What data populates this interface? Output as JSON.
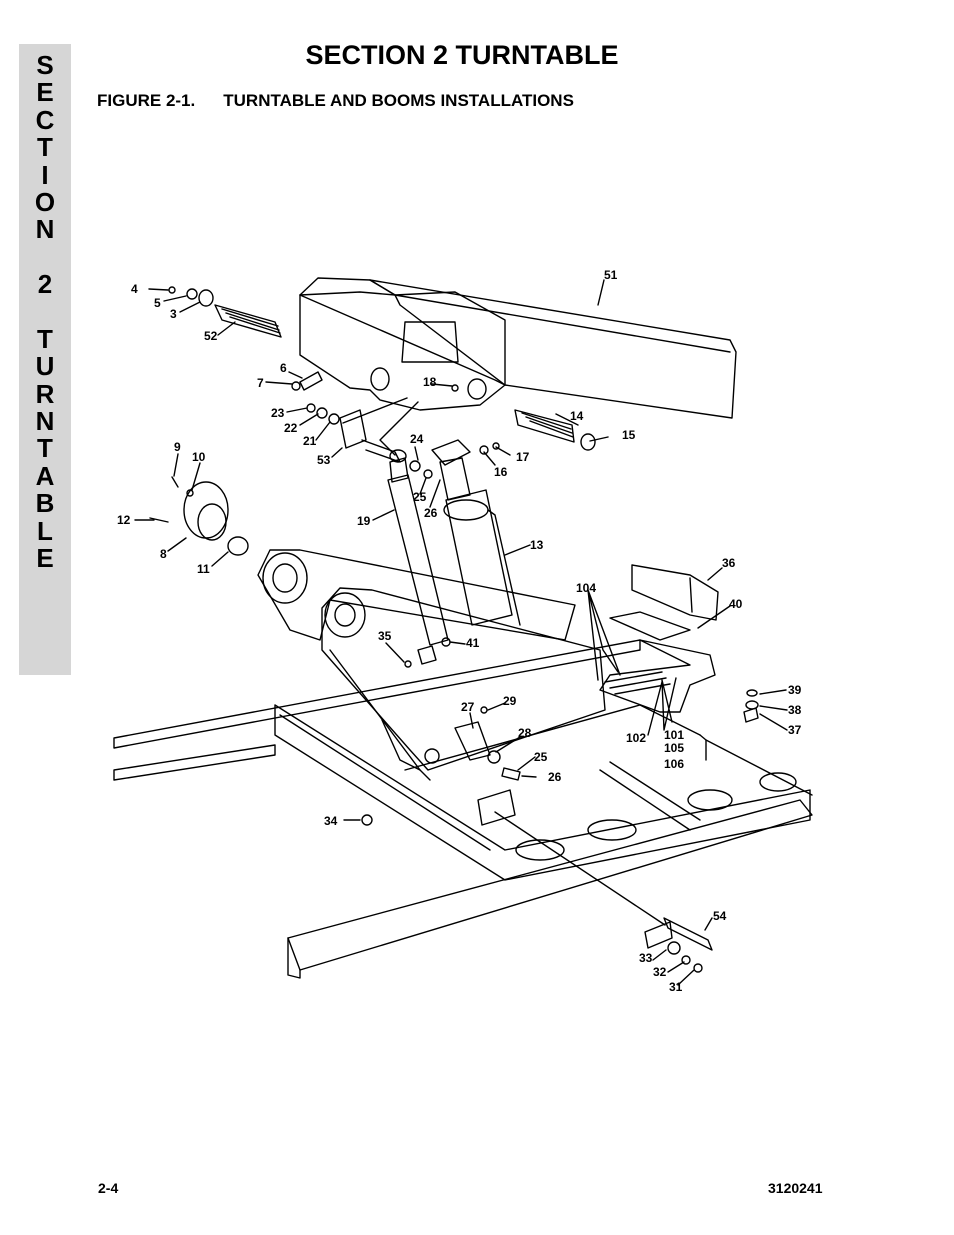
{
  "side_tab": {
    "letters": [
      "S",
      "E",
      "C",
      "T",
      "I",
      "O",
      "N",
      "",
      "2",
      "",
      "T",
      "U",
      "R",
      "N",
      "T",
      "A",
      "B",
      "L",
      "E"
    ]
  },
  "header": {
    "title": "SECTION 2  TURNTABLE",
    "figure_number": "FIGURE 2-1.",
    "figure_title": "TURNTABLE AND BOOMS INSTALLATIONS"
  },
  "callouts": {
    "c4": "4",
    "c5": "5",
    "c3": "3",
    "c52": "52",
    "c51": "51",
    "c6": "6",
    "c7": "7",
    "c18": "18",
    "c14": "14",
    "c15": "15",
    "c23": "23",
    "c22": "22",
    "c21": "21",
    "c53": "53",
    "c24": "24",
    "c25a": "25",
    "c26a": "26",
    "c16": "16",
    "c17": "17",
    "c9": "9",
    "c10": "10",
    "c12": "12",
    "c8": "8",
    "c11": "11",
    "c19": "19",
    "c13": "13",
    "c36": "36",
    "c40": "40",
    "c104": "104",
    "c35": "35",
    "c41": "41",
    "c39": "39",
    "c38": "38",
    "c37": "37",
    "c27": "27",
    "c29": "29",
    "c28": "28",
    "c25b": "25",
    "c26b": "26",
    "c102": "102",
    "c101": "101",
    "c105": "105",
    "c106": "106",
    "c34": "34",
    "c54": "54",
    "c33": "33",
    "c32": "32",
    "c31": "31"
  },
  "footer": {
    "page_number": "2-4",
    "doc_number": "3120241"
  }
}
